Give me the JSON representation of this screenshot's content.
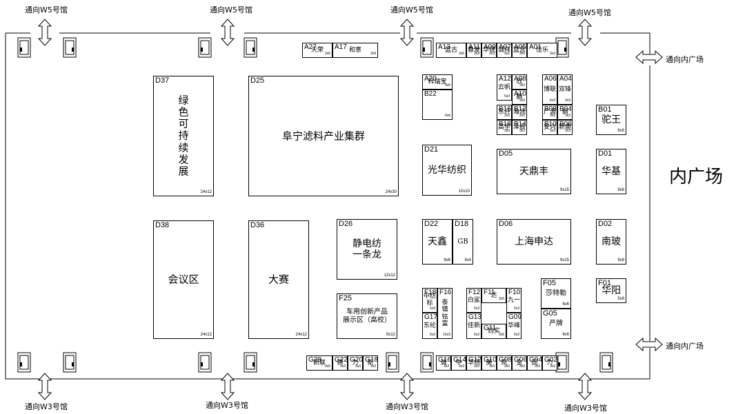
{
  "exits": {
    "top": [
      "通向W5号馆",
      "通向W5号馆",
      "通向W5号馆",
      "通向W5号馆"
    ],
    "bottom": [
      "通向W3号馆",
      "通向W3号馆",
      "通向W3号馆",
      "通向W3号馆"
    ],
    "right": [
      "通向内广场",
      "通向内广场"
    ]
  },
  "plaza_label": "内广场",
  "booths": [
    {
      "id": "D37",
      "name": "绿\n色\n可\n持\n续\n发\n展",
      "size": "24x12"
    },
    {
      "id": "D25",
      "name": "阜宁滤料产业集群",
      "size": "24x30"
    },
    {
      "id": "D38",
      "name": "会议区",
      "size": "24x12"
    },
    {
      "id": "D36",
      "name": "大赛",
      "size": "24x12"
    },
    {
      "id": "D26",
      "name": "静电纺\n一条龙",
      "size": "12x12"
    },
    {
      "id": "F25",
      "name": "车用创新产品\n展示区（高校）",
      "size": "9x12"
    },
    {
      "id": "A27",
      "name": "天荣",
      "size": "3x6"
    },
    {
      "id": "A17",
      "name": "和意",
      "size": "3x9"
    },
    {
      "id": "A13",
      "name": "蓝古",
      "size": "3x6"
    },
    {
      "id": "A11",
      "name": "春发",
      "size": "3x3"
    },
    {
      "id": "A09",
      "name": "华锐",
      "size": "3x3"
    },
    {
      "id": "A07",
      "name": "诚祥",
      "size": "3x3"
    },
    {
      "id": "A05",
      "name": "蓝宫",
      "size": "3x3"
    },
    {
      "id": "A01",
      "name": "佳乐",
      "size": "3x3"
    },
    {
      "id": "A20",
      "name": "科瑞宝",
      "size": "3x6"
    },
    {
      "id": "B22",
      "name": "",
      "size": "6x6"
    },
    {
      "id": "A12",
      "name": "云帆",
      "size": "5x3"
    },
    {
      "id": "A08",
      "name": "欣",
      "size": "3x3"
    },
    {
      "id": "A10",
      "name": "鹏",
      "size": "3x3"
    },
    {
      "id": "A06",
      "name": "博联",
      "size": "6x3"
    },
    {
      "id": "A04",
      "name": "双锋",
      "size": "3x3"
    },
    {
      "id": "B16",
      "name": "东纤",
      "size": "3x3"
    },
    {
      "id": "B12",
      "name": "海润",
      "size": "3x3"
    },
    {
      "id": "B08",
      "name": "广源",
      "size": "3x3"
    },
    {
      "id": "B04",
      "name": "钢",
      "size": "3x3"
    },
    {
      "id": "B18",
      "name": "高宇",
      "size": "3x3"
    },
    {
      "id": "B14",
      "name": "泽辰",
      "size": "3x3"
    },
    {
      "id": "B10",
      "name": "安兴",
      "size": "3x3"
    },
    {
      "id": "B06",
      "name": "新奥",
      "size": "3x3"
    },
    {
      "id": "B01",
      "name": "驼王",
      "size": "6x6"
    },
    {
      "id": "D21",
      "name": "光华纺织",
      "size": "10x10"
    },
    {
      "id": "D05",
      "name": "天鼎丰",
      "size": "9x15"
    },
    {
      "id": "D01",
      "name": "华基",
      "size": "9x6"
    },
    {
      "id": "D22",
      "name": "天鑫",
      "size": "9x6"
    },
    {
      "id": "D18",
      "name": "GB",
      "size": "9x4"
    },
    {
      "id": "D06",
      "name": "上海申达",
      "size": "9x15"
    },
    {
      "id": "D02",
      "name": "南玻",
      "size": "9x8"
    },
    {
      "id": "F18",
      "name": "中纺标",
      "size": "5x3"
    },
    {
      "id": "F16",
      "name": "泰\n镭\n铭\n富",
      "size": "10x3"
    },
    {
      "id": "G17",
      "name": "东纶",
      "size": "5x3"
    },
    {
      "id": "F12",
      "name": "白鲨",
      "size": "5x3"
    },
    {
      "id": "F11",
      "name": "达",
      "size": "3x5"
    },
    {
      "id": "F10",
      "name": "九一",
      "size": "5x3"
    },
    {
      "id": "G13",
      "name": "佳新",
      "size": "5x3"
    },
    {
      "id": "G11",
      "name": "钧实",
      "size": "3x5"
    },
    {
      "id": "G09",
      "name": "华峰",
      "size": "5x3"
    },
    {
      "id": "F05",
      "name": "莎特勒",
      "size": "6x6"
    },
    {
      "id": "G05",
      "name": "严牌",
      "size": "6x6"
    },
    {
      "id": "F01",
      "name": "华阳",
      "size": "5x8"
    },
    {
      "id": "G28",
      "name": "新联",
      "size": "3x5"
    },
    {
      "id": "G22",
      "name": "德",
      "size": "3x3"
    },
    {
      "id": "G20",
      "name": "力",
      "size": "3x3"
    },
    {
      "id": "G18",
      "name": "新",
      "size": "3x3"
    },
    {
      "id": "G16",
      "name": "诚",
      "size": "3x3"
    },
    {
      "id": "G14",
      "name": "中",
      "size": "3x3"
    },
    {
      "id": "G12",
      "name": "华扬",
      "size": "3x3"
    },
    {
      "id": "G10",
      "name": "美",
      "size": "3x3"
    },
    {
      "id": "G08",
      "name": "凯",
      "size": "3x3"
    },
    {
      "id": "G06",
      "name": "金",
      "size": "3x3"
    },
    {
      "id": "G04",
      "name": "固",
      "size": "3x3"
    },
    {
      "id": "G02",
      "name": "力",
      "size": "3x3"
    }
  ]
}
